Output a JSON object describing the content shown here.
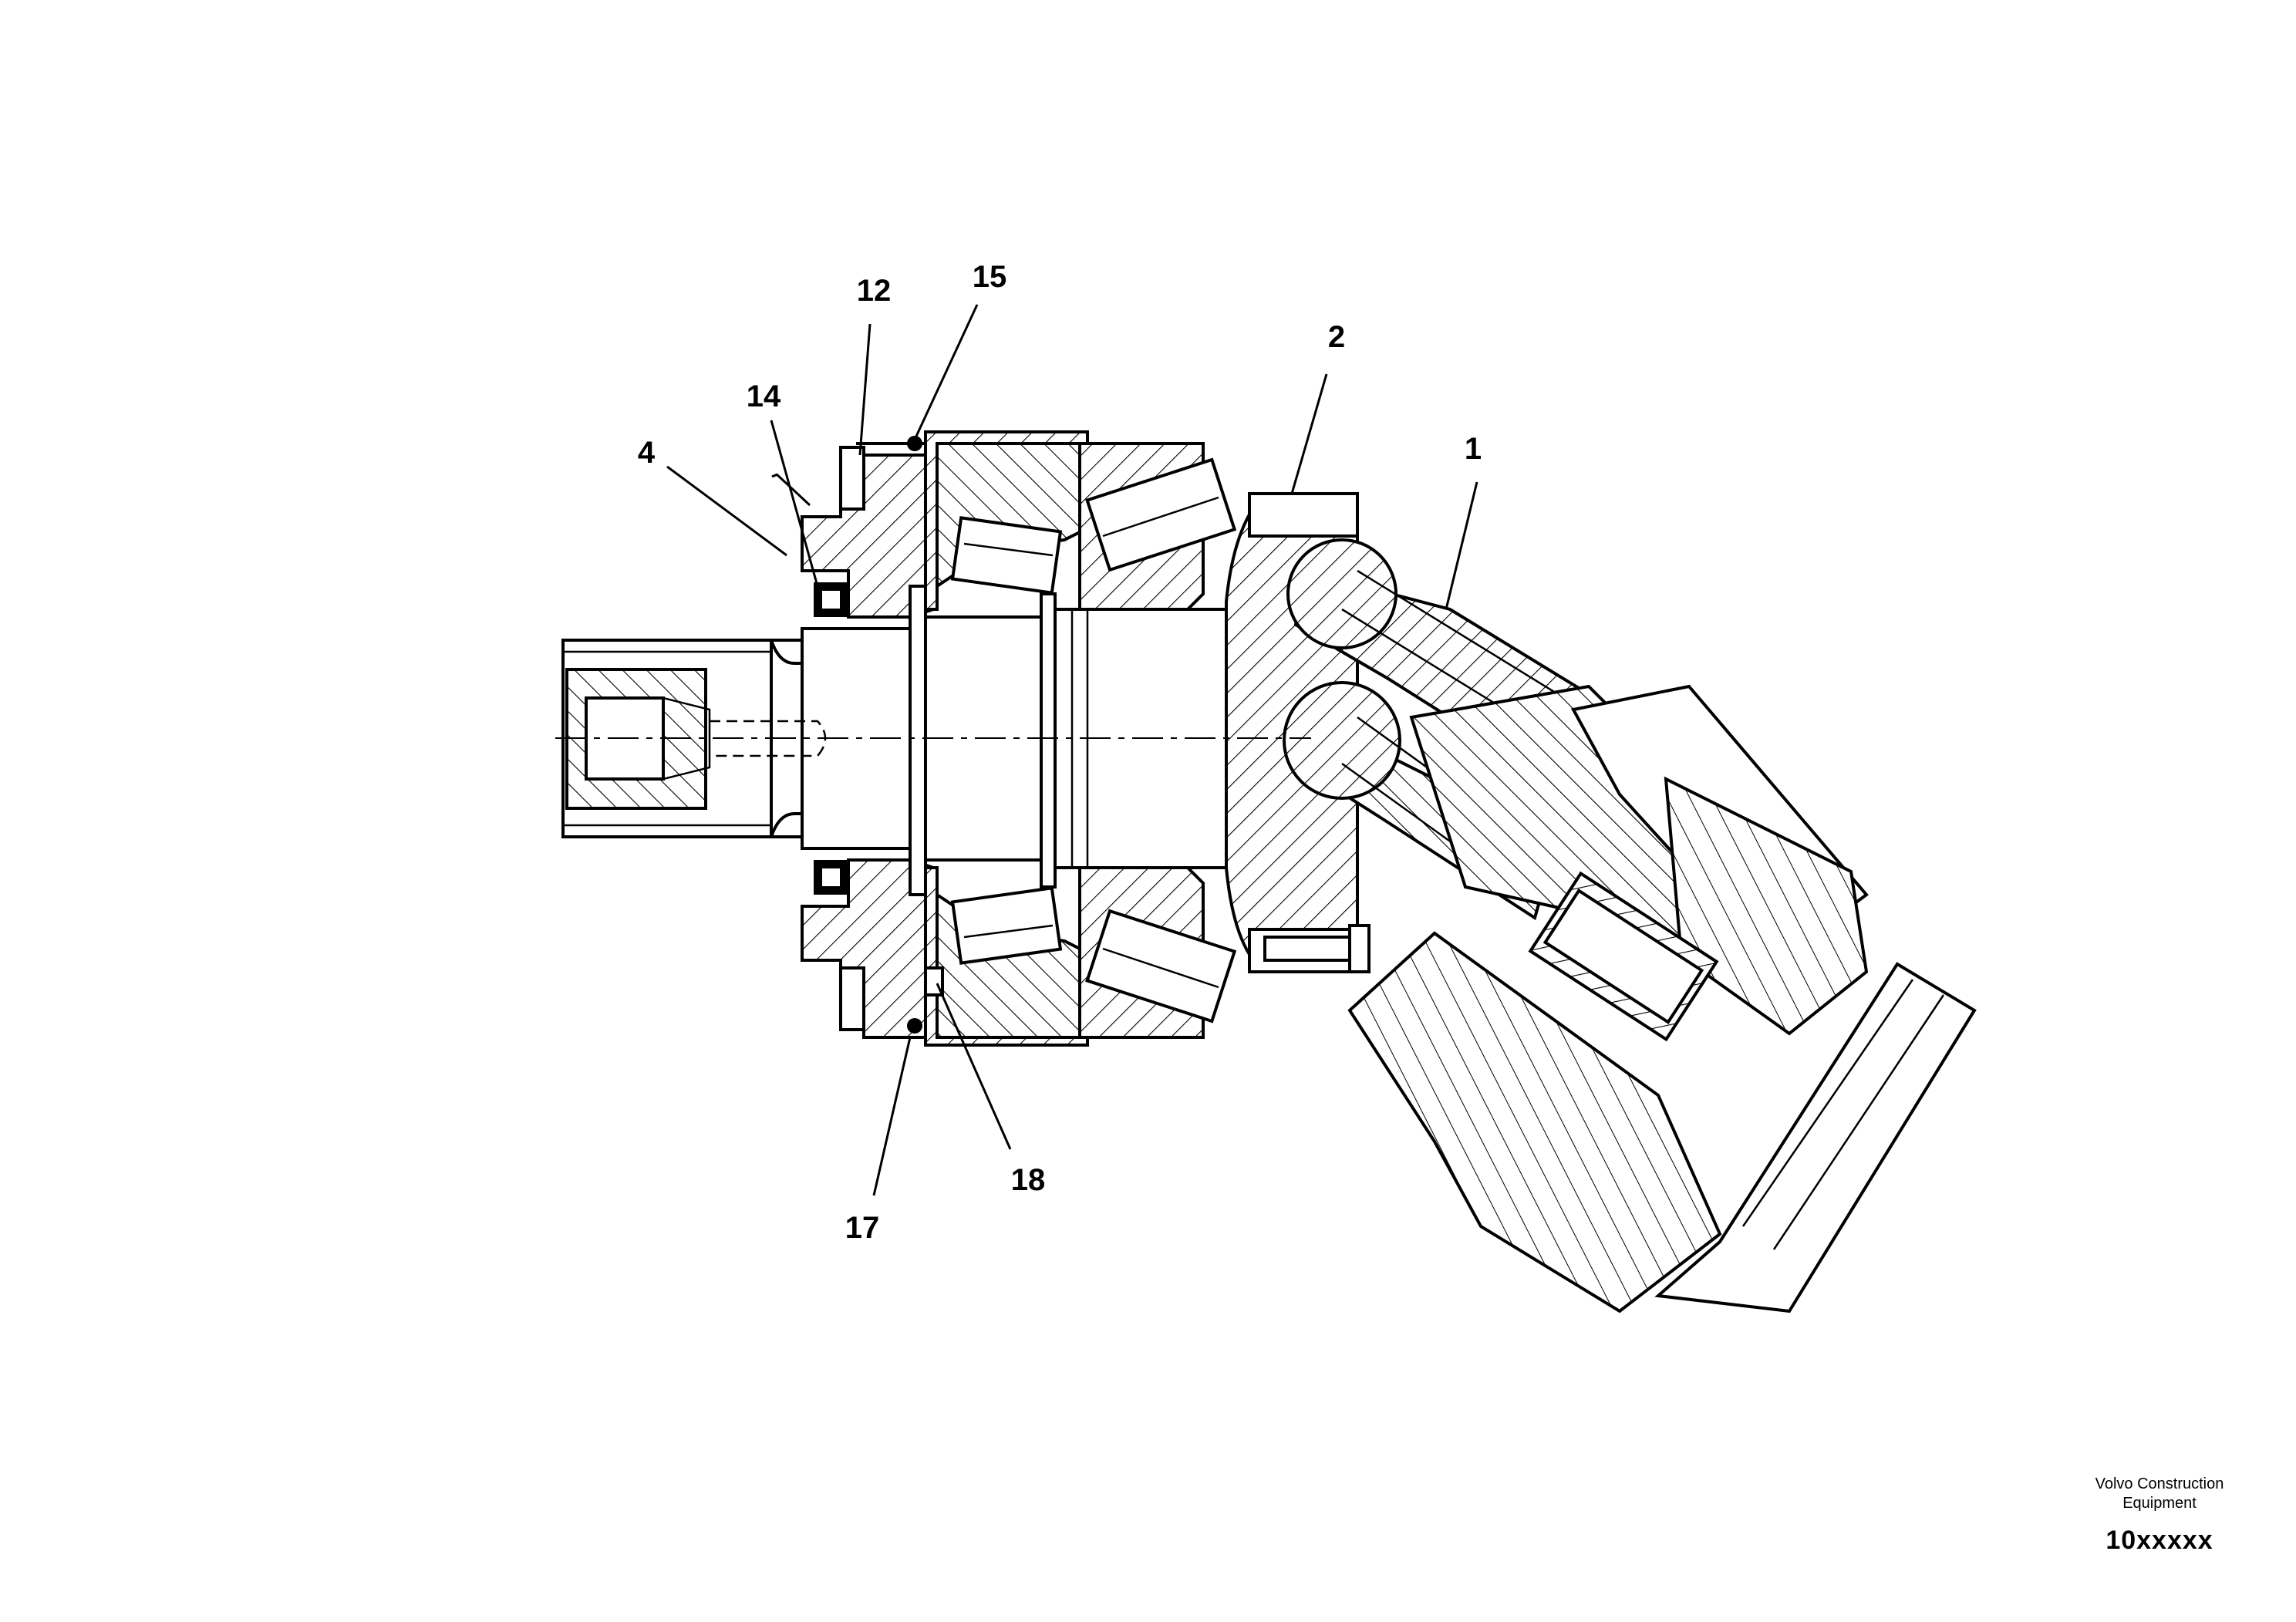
{
  "callouts": {
    "c1": "1",
    "c2": "2",
    "c4": "4",
    "c12": "12",
    "c14": "14",
    "c15": "15",
    "c17": "17",
    "c18": "18"
  },
  "footer": {
    "brand_line1": "Volvo Construction",
    "brand_line2": "Equipment",
    "drawing_code": "10xxxxx"
  }
}
